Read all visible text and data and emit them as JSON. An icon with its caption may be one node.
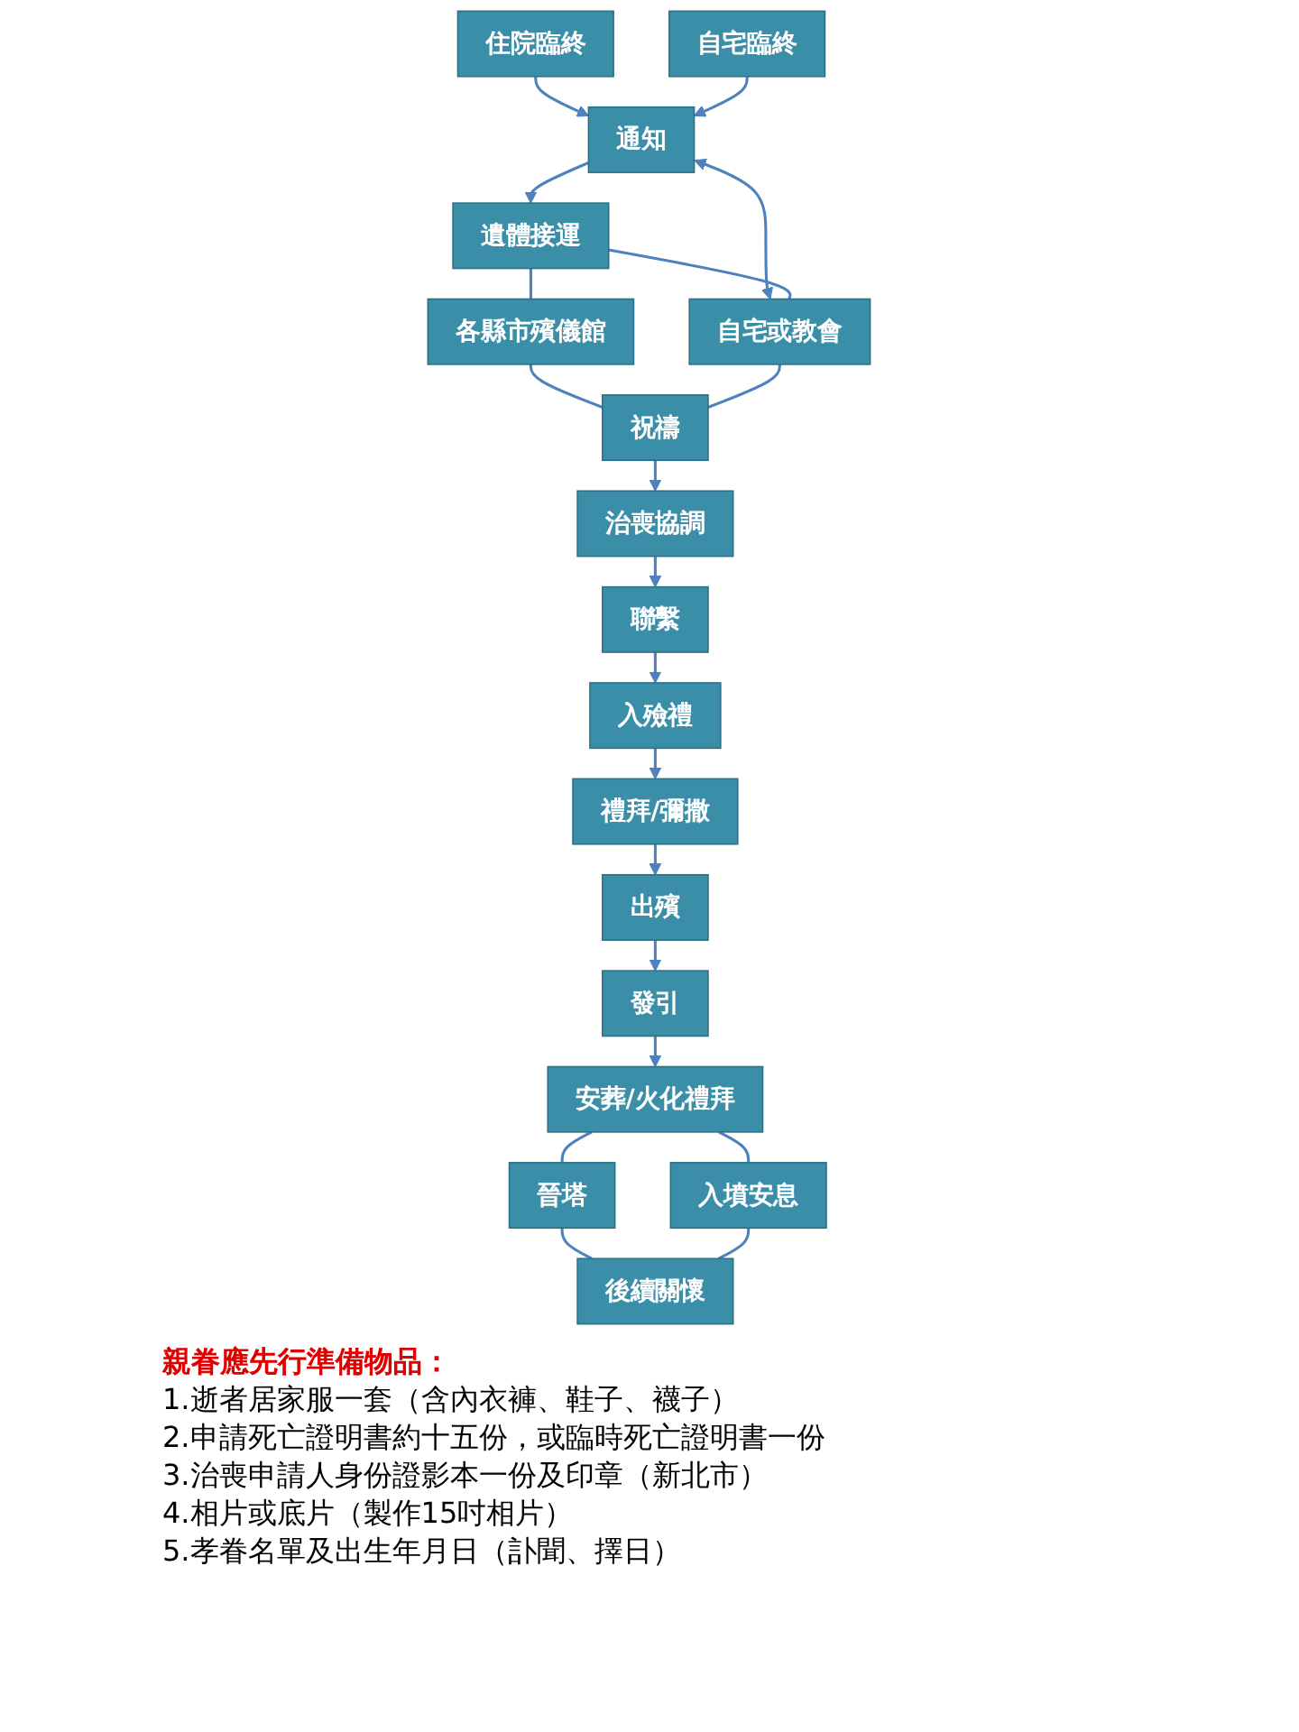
{
  "diagram": {
    "nodes": [
      {
        "text": [
          "住院臨終"
        ]
      },
      {
        "text": [
          "自宅臨終"
        ]
      },
      {
        "text": [
          "通知"
        ]
      },
      {
        "text": [
          "遺體接運"
        ]
      },
      {
        "text": [
          "各縣市殯儀館"
        ]
      },
      {
        "text": [
          "自宅或教會"
        ]
      },
      {
        "text": [
          "祝禱"
        ]
      },
      {
        "text": [
          "治喪協調"
        ]
      },
      {
        "text": [
          "聯繫"
        ]
      },
      {
        "text": [
          "入殮禮"
        ]
      },
      {
        "text": [
          "禮拜/彌撒"
        ]
      },
      {
        "text": [
          "出殯"
        ]
      },
      {
        "text": [
          "發引"
        ]
      },
      {
        "text": [
          "安葬/火化禮拜"
        ]
      },
      {
        "text": [
          "晉塔"
        ]
      },
      {
        "text": [
          "入墳安息"
        ]
      },
      {
        "text": [
          "後續關懷"
        ]
      }
    ],
    "edges": [
      {
        "from": 0,
        "to": 2,
        "arrow": "to"
      },
      {
        "from": 1,
        "to": 2,
        "arrow": "to"
      },
      {
        "from": 2,
        "to": 5,
        "arrow": "both"
      },
      {
        "from": 2,
        "to": 3,
        "arrow": "to"
      },
      {
        "from": 3,
        "to": 4,
        "arrow": "none"
      },
      {
        "from": 3,
        "to": 5,
        "arrow": "none"
      },
      {
        "from": 4,
        "to": 6,
        "arrow": "none"
      },
      {
        "from": 5,
        "to": 6,
        "arrow": "none"
      },
      {
        "from": 6,
        "to": 7,
        "arrow": "to"
      },
      {
        "from": 7,
        "to": 8,
        "arrow": "to"
      },
      {
        "from": 8,
        "to": 9,
        "arrow": "to"
      },
      {
        "from": 9,
        "to": 10,
        "arrow": "to"
      },
      {
        "from": 10,
        "to": 11,
        "arrow": "to"
      },
      {
        "from": 11,
        "to": 12,
        "arrow": "to"
      },
      {
        "from": 12,
        "to": 13,
        "arrow": "to"
      },
      {
        "from": 13,
        "to": 14,
        "arrow": "none"
      },
      {
        "from": 13,
        "to": 15,
        "arrow": "none"
      },
      {
        "from": 14,
        "to": 16,
        "arrow": "none"
      },
      {
        "from": 15,
        "to": 16,
        "arrow": "none"
      }
    ],
    "labels": [
      "親眷應先行準備物品：",
      "1.逝者居家服一套（含內衣褲、鞋子、襪子）",
      "2.申請死亡證明書約十五份，或臨時死亡證明書一份",
      "3.治喪申請人身份證影本一份及印章（新北市）",
      "4.相片或底片（製作15吋相片）",
      "5.孝眷名單及出生年月日（訃聞、擇日）"
    ]
  }
}
